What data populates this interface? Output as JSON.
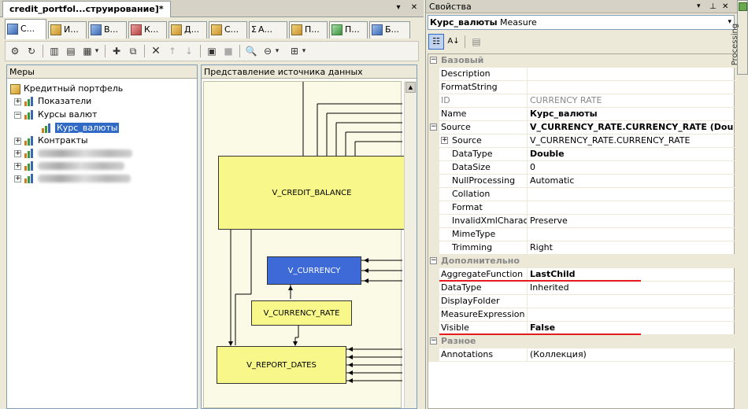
{
  "document": {
    "tab_title": "credit_portfol...струирование]*",
    "view_tabs": [
      {
        "label": "С...",
        "active": true
      },
      {
        "label": "И..."
      },
      {
        "label": "В..."
      },
      {
        "label": "К..."
      },
      {
        "label": "Д..."
      },
      {
        "label": "С..."
      },
      {
        "label": "А..."
      },
      {
        "label": "П..."
      },
      {
        "label": "П..."
      },
      {
        "label": "Б..."
      }
    ]
  },
  "measures": {
    "header": "Меры",
    "root": "Кредитный портфель",
    "groups": [
      "Показатели",
      "Курсы валют",
      "Контракты"
    ],
    "selected_measure": "Курс_валюты"
  },
  "dsv": {
    "header": "Представление источника данных",
    "tables": [
      "V_CREDIT_BALANCE",
      "V_CURRENCY",
      "V_CURRENCY_RATE",
      "V_REPORT_DATES"
    ]
  },
  "properties": {
    "title": "Свойства",
    "object_name": "Курс_валюты",
    "object_type": "Measure",
    "side_panel": "Processing",
    "categories": {
      "basic": "Базовый",
      "additional": "Дополнительно",
      "misc": "Разное"
    },
    "rows": {
      "description": {
        "name": "Description",
        "value": ""
      },
      "formatstring": {
        "name": "FormatString",
        "value": ""
      },
      "id": {
        "name": "ID",
        "value": "CURRENCY RATE"
      },
      "name": {
        "name": "Name",
        "value": "Курс_валюты"
      },
      "source": {
        "name": "Source",
        "value": "V_CURRENCY_RATE.CURRENCY_RATE (Double)"
      },
      "source_sub": {
        "name": "Source",
        "value": "V_CURRENCY_RATE.CURRENCY_RATE"
      },
      "datatype": {
        "name": "DataType",
        "value": "Double"
      },
      "datasize": {
        "name": "DataSize",
        "value": "0"
      },
      "nullprocessing": {
        "name": "NullProcessing",
        "value": "Automatic"
      },
      "collation": {
        "name": "Collation",
        "value": ""
      },
      "format": {
        "name": "Format",
        "value": ""
      },
      "invalidxml": {
        "name": "InvalidXmlCharacters",
        "value": "Preserve"
      },
      "mimetype": {
        "name": "MimeType",
        "value": ""
      },
      "trimming": {
        "name": "Trimming",
        "value": "Right"
      },
      "aggregate": {
        "name": "AggregateFunction",
        "value": "LastChild"
      },
      "datatype2": {
        "name": "DataType",
        "value": "Inherited"
      },
      "displayfolder": {
        "name": "DisplayFolder",
        "value": ""
      },
      "measureexpr": {
        "name": "MeasureExpression",
        "value": ""
      },
      "visible": {
        "name": "Visible",
        "value": "False"
      },
      "annotations": {
        "name": "Annotations",
        "value": "(Коллекция)"
      }
    }
  },
  "colors": {
    "selection": "#316ac5",
    "table_yellow": "#f8f88a",
    "table_blue": "#3d6ad6",
    "highlight_line": "#e31b1b"
  }
}
